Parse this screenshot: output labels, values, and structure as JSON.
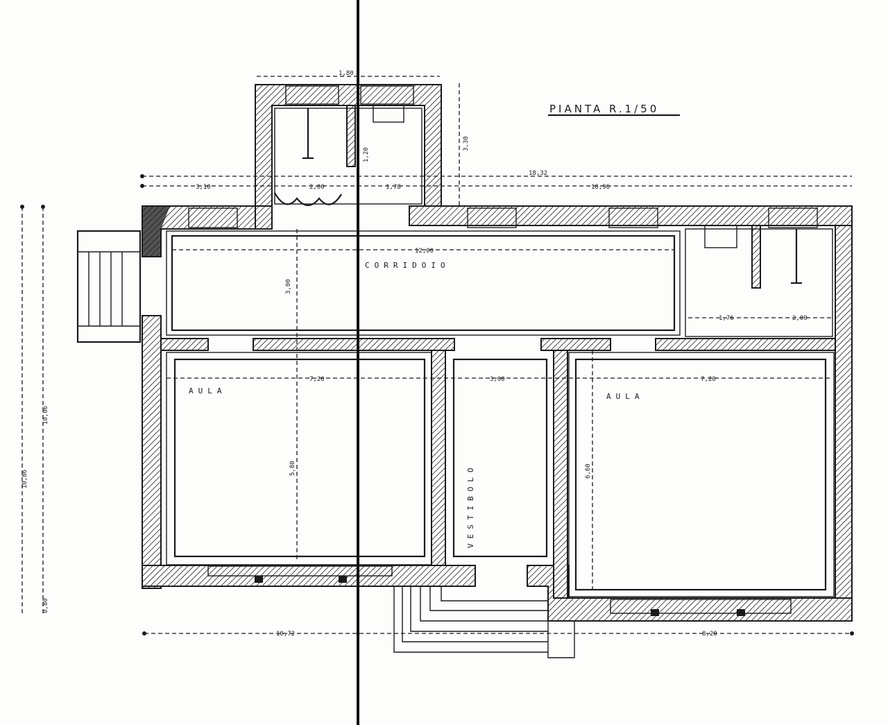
{
  "title": "PIANTA R.1/50",
  "rooms": {
    "corridor": "CORRIDOIO",
    "classroom_left": "AULA",
    "classroom_right": "AULA",
    "vestibule": "VESTIBOLO"
  },
  "dimensions": {
    "overall_width": "18,32",
    "left_segment": "3,10",
    "toilet_a": "2,00",
    "toilet_b": "1,78",
    "right_segment": "10,96",
    "annex_width": "1,80",
    "annex_depth": "3,30",
    "annex_inner": "1,20",
    "corridor_length": "12,00",
    "corridor_width": "3,00",
    "aula_left_width": "7,20",
    "vestibule_width": "3,00",
    "aula_right_width": "7,20",
    "aula_left_depth": "5,80",
    "aula_right_depth": "6,60",
    "wc_a": "1,76",
    "wc_b": "2,00",
    "total_depth": "10,86",
    "inner_depth": "10,06",
    "step": "0,80",
    "bottom_left": "10,72",
    "bottom_right": "8,20"
  }
}
